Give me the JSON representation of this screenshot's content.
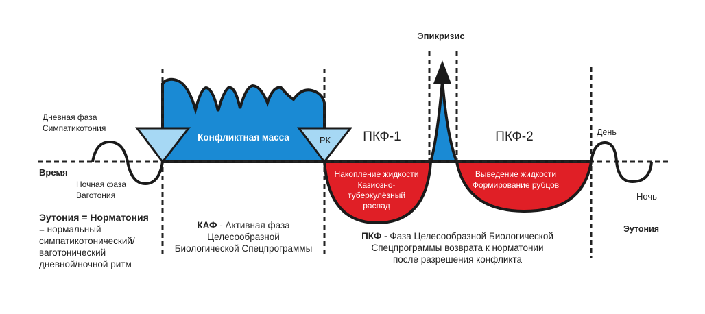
{
  "colors": {
    "conflict_blue": "#1a8ad4",
    "triangle_blue": "#a6d8f4",
    "repair_red": "#e01f26",
    "line": "#1a1a1a"
  },
  "labels": {
    "epicrisis": "Эпикризис",
    "day_phase": [
      "Дневная фаза",
      "Симпатикотония"
    ],
    "time": "Время",
    "night_phase": [
      "Ночная фаза",
      "Ваготония"
    ],
    "eutonia_title": "Эутония = Норматония",
    "eutonia_desc": [
      "= нормальный",
      "симпатикотонический/",
      "ваготонический",
      "дневной/ночной ритм"
    ],
    "conflict_mass": "Конфликтная масса",
    "rk": "РК",
    "pkf1": "ПКФ-1",
    "pkf2": "ПКФ-2",
    "day": "День",
    "night": "Ночь",
    "eutonia": "Эутония",
    "pkf1_desc": [
      "Накопление жидкости",
      "Казиозно-",
      "туберкулёзный",
      "распад"
    ],
    "pkf2_desc": [
      "Выведение жидкости",
      "Формирование рубцов"
    ],
    "kaf_bold": "КАФ",
    "kaf_rest": " - Активная фаза",
    "kaf_lines": [
      "Целесообразной",
      "Биологической Спецпрограммы"
    ],
    "pkf_bold": "ПКФ - ",
    "pkf_rest": "Фаза Целесообразной Биологической",
    "pkf_lines": [
      "Спецпрограммы возврата к норматонии",
      "после разрешения конфликта"
    ]
  }
}
